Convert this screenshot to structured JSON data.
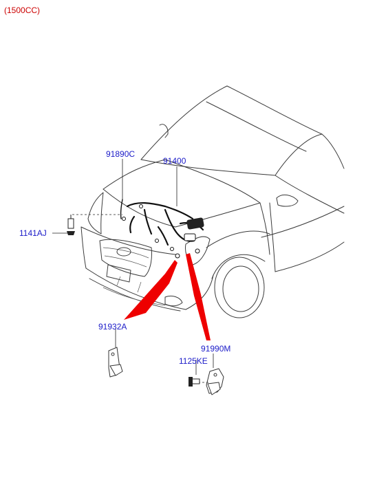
{
  "header": {
    "variant": "(1500CC)"
  },
  "callouts": {
    "wiring_harness_sub": "91890C",
    "wiring_harness_main": "91400",
    "bolt": "1141AJ",
    "bracket_left": "91932A",
    "bracket_right": "91990M",
    "bracket_bolt": "1125KE"
  },
  "colors": {
    "callout_text": "#1a1ac8",
    "header_text": "#cc0000",
    "highlight_arrow": "#ee0000",
    "line_art": "#3a3a3a"
  }
}
